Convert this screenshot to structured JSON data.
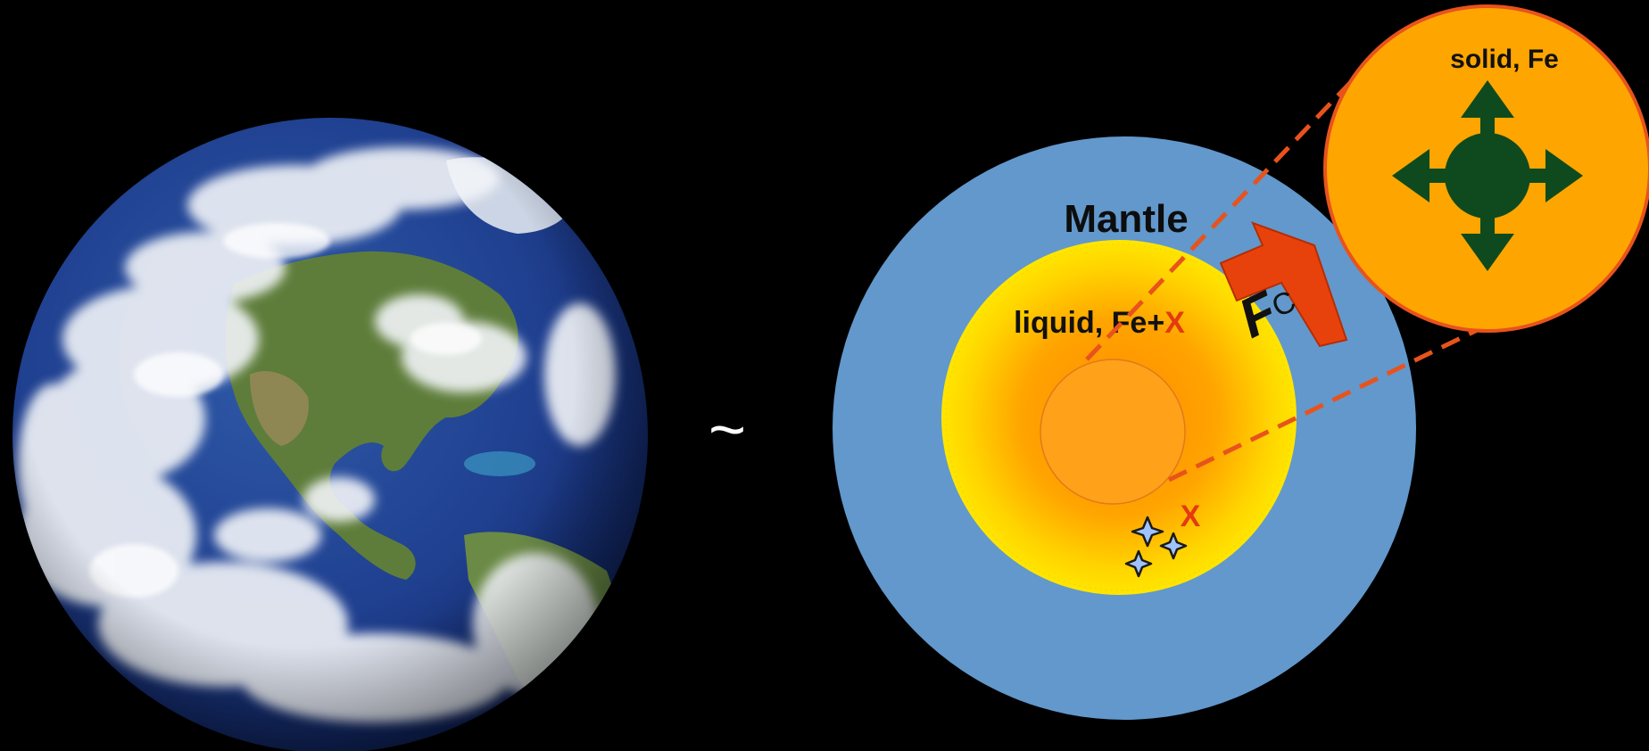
{
  "separator": "~",
  "earth": {
    "ocean_color": "#1f3f8f",
    "land_color": "#5e7d3a",
    "cloud_color": "#f2f4f8"
  },
  "diagram": {
    "mantle_label": "Mantle",
    "outer_core_label_prefix": "liquid, Fe+",
    "outer_core_label_x": "X",
    "impurity_label": "X",
    "force_label_main": "F",
    "force_label_sub": "C",
    "inset_label": "solid, Fe",
    "colors": {
      "mantle": "#6298cc",
      "outer_core_edge": "#ffe600",
      "outer_core_center": "#ff8a00",
      "inner_core": "#ffa21a",
      "inset_fill": "#ffa500",
      "arrow_fill": "#e8420c",
      "dash": "#e8531c",
      "atom": "#0f4a1e",
      "x_red": "#e33a12"
    }
  }
}
